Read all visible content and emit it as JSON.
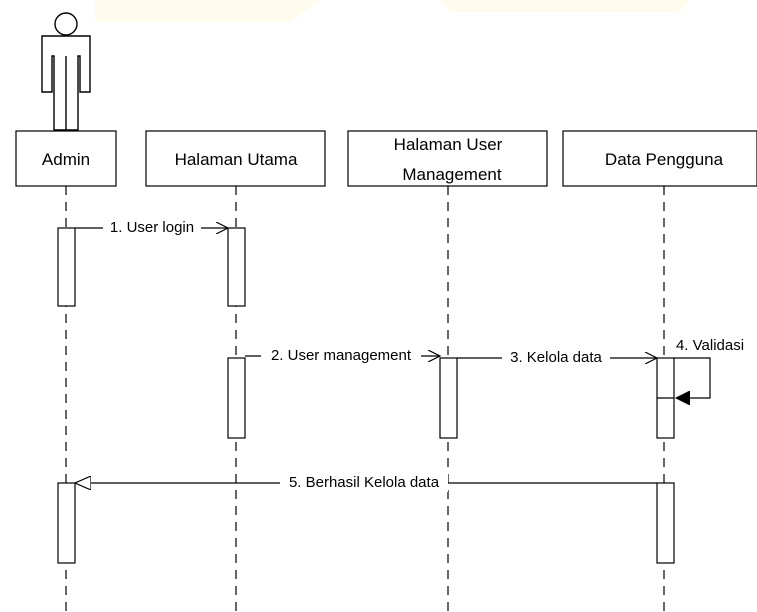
{
  "diagram": {
    "actor": {
      "name": "Admin"
    },
    "lifelines": [
      {
        "id": "admin",
        "label": "Admin"
      },
      {
        "id": "halaman-utama",
        "label": "Halaman Utama"
      },
      {
        "id": "user-management",
        "label_line1": "Halaman User",
        "label_line2": "Management"
      },
      {
        "id": "data-pengguna",
        "label": "Data Pengguna"
      }
    ],
    "messages": [
      {
        "label": "1. User login"
      },
      {
        "label": "2. User management"
      },
      {
        "label": "3. Kelola data"
      },
      {
        "label": "4. Validasi"
      },
      {
        "label": "5. Berhasil Kelola data"
      }
    ]
  }
}
